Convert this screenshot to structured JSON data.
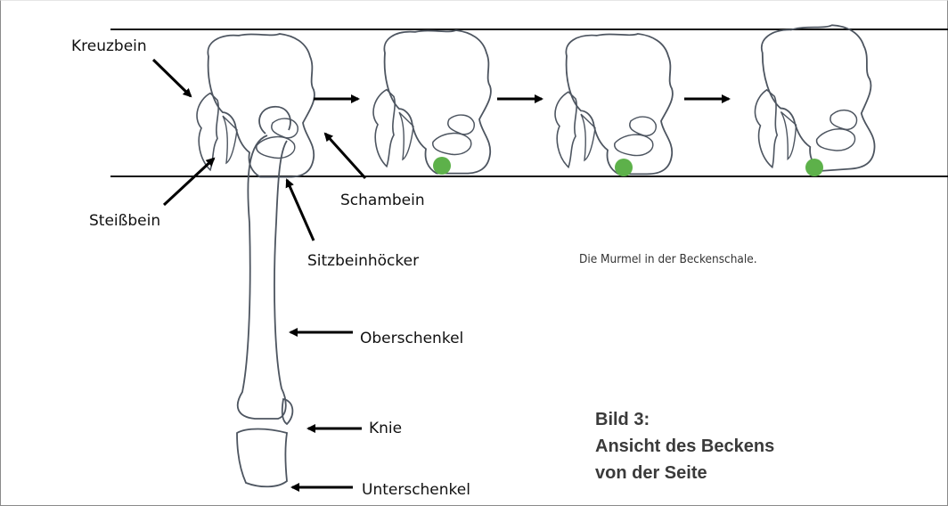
{
  "labels": {
    "kreuzbein": "Kreuzbein",
    "steissbein": "Steißbein",
    "schambein": "Schambein",
    "sitzbeinhoecker": "Sitzbeinhöcker",
    "oberschenkel": "Oberschenkel",
    "knie": "Knie",
    "unterschenkel": "Unterschenkel"
  },
  "caption": "Die Murmel in der Beckenschale.",
  "title": {
    "line1": "Bild 3:",
    "line2": "Ansicht des Beckens",
    "line3": "von der Seite"
  },
  "colors": {
    "outline": "#4d5560",
    "marble": "#5db14a",
    "arrow": "#000000"
  }
}
